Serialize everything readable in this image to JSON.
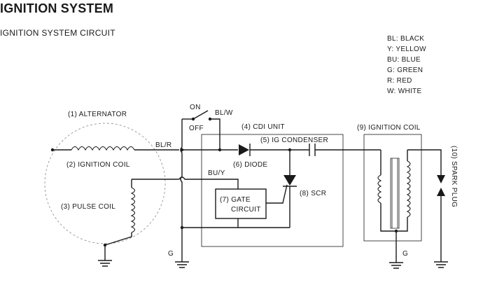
{
  "title": "IGNITION SYSTEM",
  "subtitle": "IGNITION SYSTEM CIRCUIT",
  "legend": [
    "BL: BLACK",
    "Y: YELLOW",
    "BU: BLUE",
    "G: GREEN",
    "R: RED",
    "W: WHITE"
  ],
  "labels": {
    "alternator": "(1) ALTERNATOR",
    "ignition_coil_winding": "(2) IGNITION COIL",
    "pulse_coil": "(3) PULSE COIL",
    "cdi_unit": "(4) CDI UNIT",
    "ig_condenser": "(5) IG CONDENSER",
    "diode": "(6) DIODE",
    "gate_circuit_line1": "(7) GATE",
    "gate_circuit_line2": "CIRCUIT",
    "scr": "(8) SCR",
    "ignition_coil": "(9) IGNITION COIL",
    "spark_plug": "(10) SPARK PLUG",
    "switch_on": "ON",
    "switch_off": "OFF",
    "wire_bl_w": "BL/W",
    "wire_bl_r": "BL/R",
    "wire_bu_y": "BU/Y",
    "ground_main": "G",
    "ground_coil": "G"
  }
}
